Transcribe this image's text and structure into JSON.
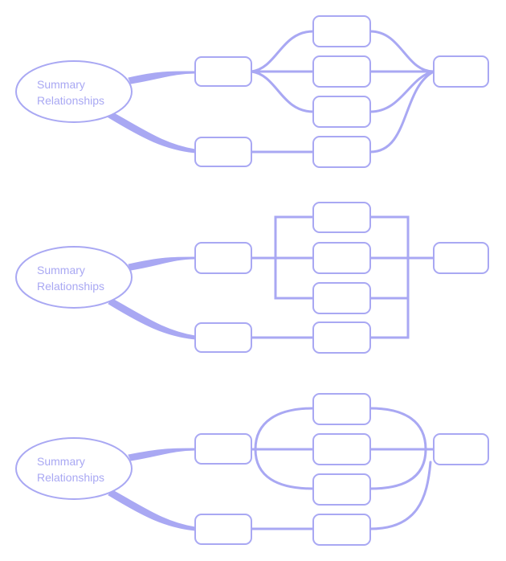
{
  "colors": {
    "stroke": "#a9a8f3",
    "node_fill": "#ffffff"
  },
  "diagrams": [
    {
      "style": "curved",
      "root_label_line1": "Summary",
      "root_label_line2": "Relationships"
    },
    {
      "style": "orthogonal",
      "root_label_line1": "Summary",
      "root_label_line2": "Relationships"
    },
    {
      "style": "rounded-loop",
      "root_label_line1": "Summary",
      "root_label_line2": "Relationships"
    }
  ]
}
